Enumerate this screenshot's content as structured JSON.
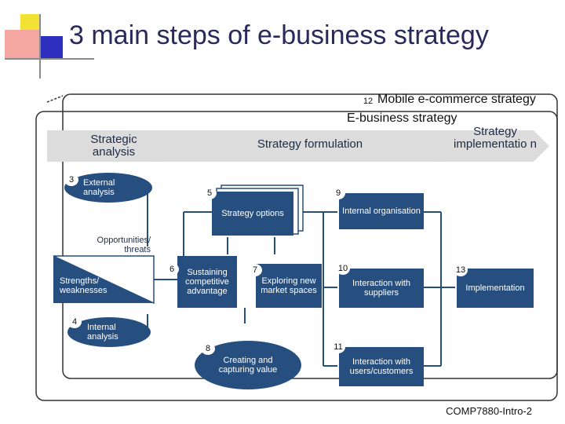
{
  "title": "3 main steps of e-business strategy",
  "frames": {
    "mobile": "Mobile e-commerce strategy",
    "ebusiness": "E-business strategy"
  },
  "phases": {
    "analysis": "Strategic analysis",
    "formulation": "Strategy formulation",
    "implementation": "Strategy implementatio n"
  },
  "nodes": {
    "external": {
      "num": "3",
      "label": "External analysis"
    },
    "internal": {
      "num": "4",
      "label": "Internal analysis"
    },
    "options": {
      "num": "5",
      "label": "Strategy options"
    },
    "sustaining": {
      "num": "6",
      "label": "Sustaining competitive advantage"
    },
    "exploring": {
      "num": "7",
      "label": "Exploring new market spaces"
    },
    "creating": {
      "num": "8",
      "label": "Creating and capturing value"
    },
    "organisation": {
      "num": "9",
      "label": "Internal organisation"
    },
    "suppliers": {
      "num": "10",
      "label": "Interaction with suppliers"
    },
    "users": {
      "num": "11",
      "label": "Interaction with users/customers"
    },
    "mobile_num": "12",
    "implementation": {
      "num": "13",
      "label": "Implementation"
    }
  },
  "swot": {
    "opportunities": "Opportunities/ threats",
    "strengths": "Strengths/ weaknesses"
  },
  "footer": "COMP7880-Intro-2",
  "colors": {
    "box": "#264f80",
    "arrow": "#d9d9d9"
  }
}
